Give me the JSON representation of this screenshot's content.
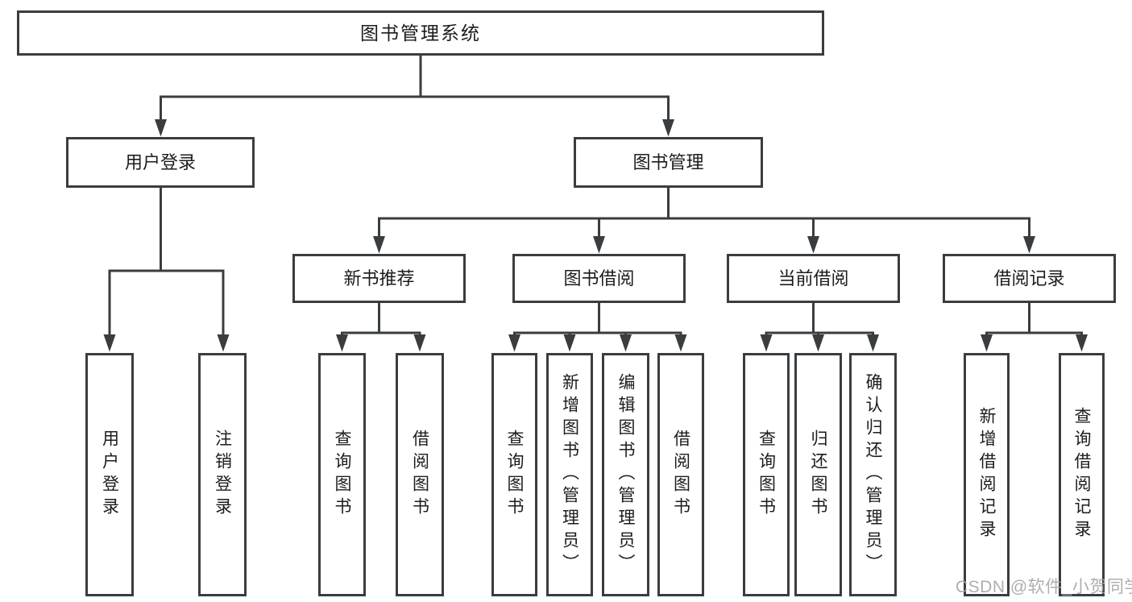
{
  "colors": {
    "line": "#3a3d40",
    "text": "#1c1c1c",
    "background": "#ffffff",
    "watermark": "#a6a6a6"
  },
  "watermark": {
    "text": "CSDN @软件_小贺同学"
  },
  "tree": {
    "root": {
      "label": "图书管理系统"
    },
    "branches": [
      {
        "label": "用户登录",
        "children": [
          {
            "label": "用户登录"
          },
          {
            "label": "注销登录"
          }
        ]
      },
      {
        "label": "图书管理",
        "children": [
          {
            "label": "新书推荐",
            "children": [
              {
                "label": "查询图书"
              },
              {
                "label": "借阅图书"
              }
            ]
          },
          {
            "label": "图书借阅",
            "children": [
              {
                "label": "查询图书"
              },
              {
                "label": "新增图书（管理员）"
              },
              {
                "label": "编辑图书（管理员）"
              },
              {
                "label": "借阅图书"
              }
            ]
          },
          {
            "label": "当前借阅",
            "children": [
              {
                "label": "查询图书"
              },
              {
                "label": "归还图书"
              },
              {
                "label": "确认归还（管理员）"
              }
            ]
          },
          {
            "label": "借阅记录",
            "children": [
              {
                "label": "新增借阅记录"
              },
              {
                "label": "查询借阅记录"
              }
            ]
          }
        ]
      }
    ]
  }
}
